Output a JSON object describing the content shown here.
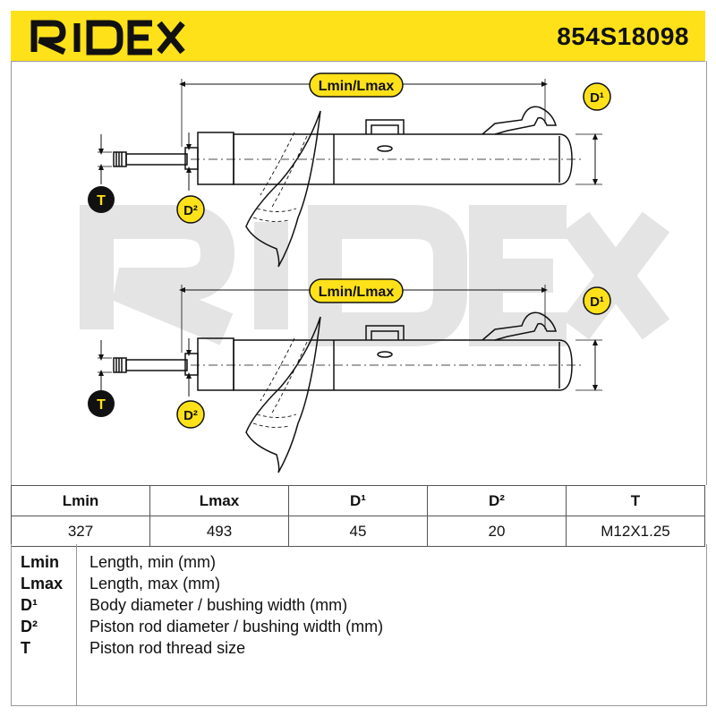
{
  "header": {
    "brand": "RIDEX",
    "part_number": "854S18098",
    "background_color": "#ffe11a"
  },
  "diagram": {
    "watermark": "RIDEX",
    "views": [
      {
        "dim_length": "Lmin/Lmax",
        "dim_body": "D¹",
        "dim_rod": "D²",
        "dim_thread": "T"
      },
      {
        "dim_length": "Lmin/Lmax",
        "dim_body": "D¹",
        "dim_rod": "D²",
        "dim_thread": "T"
      }
    ],
    "badge_color": "#ffe11a"
  },
  "table": {
    "headers": [
      "Lmin",
      "Lmax",
      "D¹",
      "D²",
      "T"
    ],
    "values": [
      "327",
      "493",
      "45",
      "20",
      "M12X1.25"
    ]
  },
  "legend": [
    {
      "key": "Lmin",
      "desc": "Length, min (mm)"
    },
    {
      "key": "Lmax",
      "desc": "Length, max (mm)"
    },
    {
      "key": "D¹",
      "desc": "Body diameter / bushing width (mm)"
    },
    {
      "key": "D²",
      "desc": "Piston rod diameter / bushing width (mm)"
    },
    {
      "key": "T",
      "desc": "Piston rod thread size"
    }
  ]
}
